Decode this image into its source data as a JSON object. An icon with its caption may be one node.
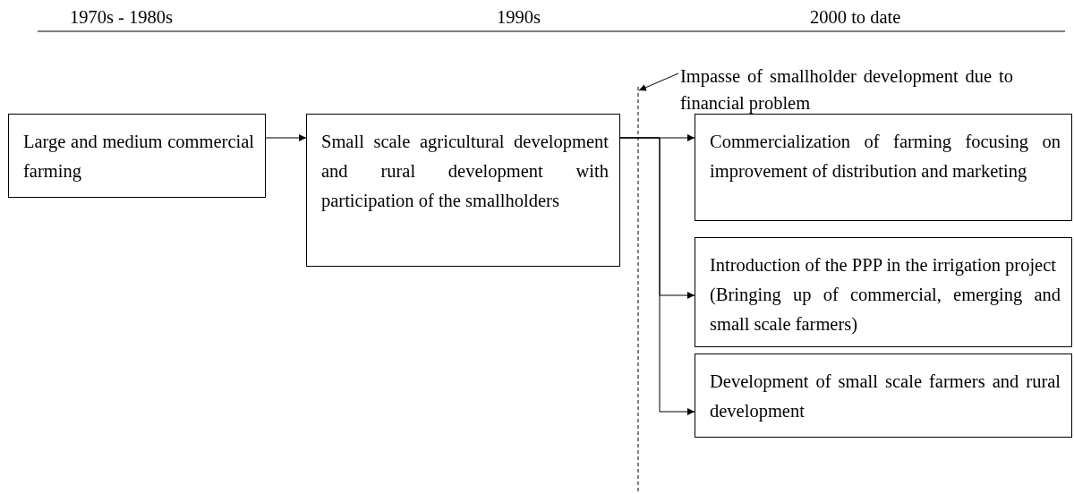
{
  "diagram": {
    "nodes": [
      {
        "text": [
          "Large and medium commercial farming"
        ]
      },
      {
        "text": [
          "Small scale agricultural development and rural development with participation of the smallholders"
        ]
      },
      {
        "text": [
          "Commercialization of farming focusing on improvement of distribution and marketing"
        ]
      },
      {
        "text": [
          "Introduction of the PPP in the irrigation project",
          "(Bringing up of commercial, emerging and small scale farmers)"
        ]
      },
      {
        "text": [
          "Development of small scale farmers and rural development"
        ]
      },
      {
        "text": [
          "Impasse of smallholder development due to financial problem"
        ]
      }
    ],
    "edges": [
      {
        "from": 0,
        "to": 1,
        "arrow": "to"
      },
      {
        "from": 1,
        "to": 2,
        "arrow": "to"
      },
      {
        "from": 1,
        "to": 3,
        "arrow": "to"
      },
      {
        "from": 1,
        "to": 4,
        "arrow": "to"
      },
      {
        "from": 5,
        "to": null,
        "arrow": "to"
      }
    ],
    "labels": [
      "1970s - 1980s",
      "1990s",
      "2000 to date"
    ]
  }
}
